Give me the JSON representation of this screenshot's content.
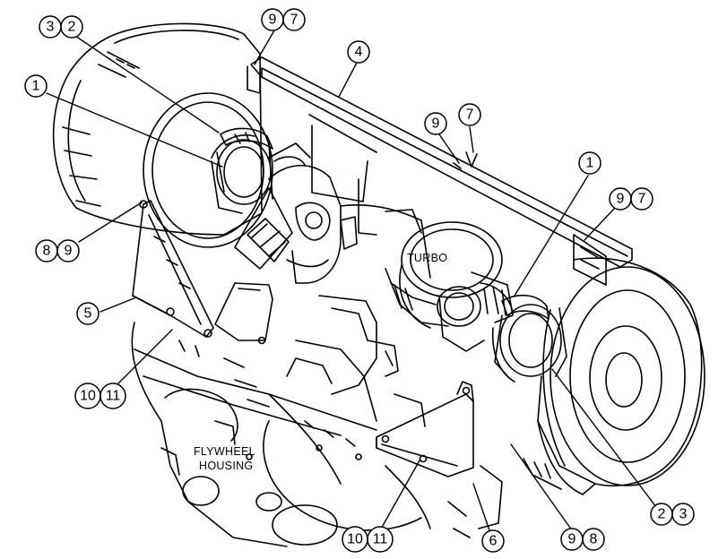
{
  "callouts": [
    {
      "id": "c-3-2-top",
      "nums": [
        "3",
        "2"
      ]
    },
    {
      "id": "c-9-7-top",
      "nums": [
        "9",
        "7"
      ]
    },
    {
      "id": "c-4",
      "nums": [
        "4"
      ]
    },
    {
      "id": "c-1-left",
      "nums": [
        "1"
      ]
    },
    {
      "id": "c-9-mid",
      "nums": [
        "9"
      ]
    },
    {
      "id": "c-7-mid",
      "nums": [
        "7"
      ]
    },
    {
      "id": "c-1-right",
      "nums": [
        "1"
      ]
    },
    {
      "id": "c-9-7-right",
      "nums": [
        "9",
        "7"
      ]
    },
    {
      "id": "c-8-9",
      "nums": [
        "8",
        "9"
      ]
    },
    {
      "id": "c-5",
      "nums": [
        "5"
      ]
    },
    {
      "id": "c-10-11-left",
      "nums": [
        "10",
        "11"
      ]
    },
    {
      "id": "c-10-11-bottom",
      "nums": [
        "10",
        "11"
      ]
    },
    {
      "id": "c-6",
      "nums": [
        "6"
      ]
    },
    {
      "id": "c-9-8",
      "nums": [
        "9",
        "8"
      ]
    },
    {
      "id": "c-2-3",
      "nums": [
        "2",
        "3"
      ]
    }
  ],
  "labels": {
    "turbo": "TURBO",
    "flywheel_line1": "FLYWHEEL",
    "flywheel_line2": "HOUSING"
  }
}
